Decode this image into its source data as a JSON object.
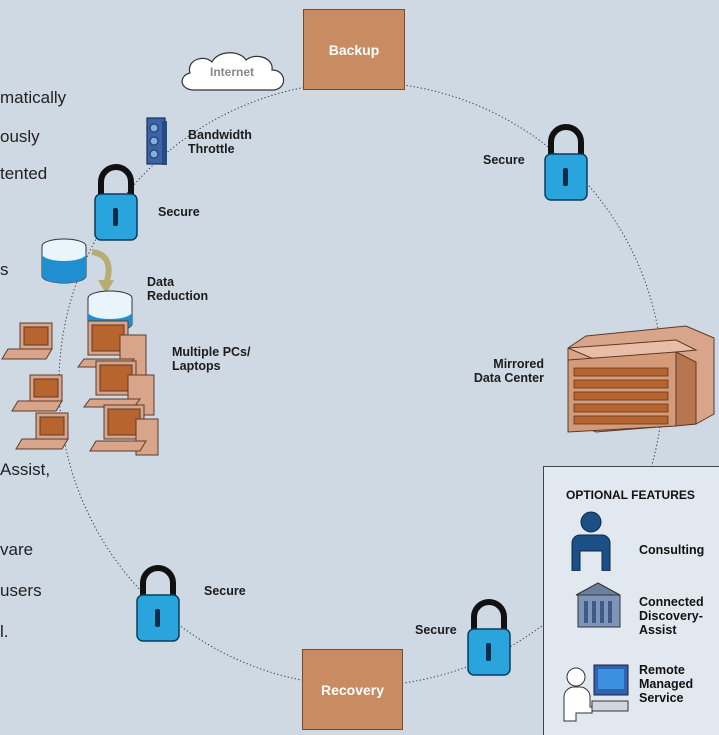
{
  "left_text_fragments": [
    "matically",
    "ously",
    "tented",
    "s",
    "Assist,",
    "vare",
    "users",
    "l."
  ],
  "nodes": {
    "backup": "Backup",
    "recovery": "Recovery",
    "internet": "Internet",
    "bandwidth_throttle": "Bandwidth\nThrottle",
    "secure": "Secure",
    "data_reduction": "Data\nReduction",
    "multiple_pcs": "Multiple PCs/\nLaptops",
    "mirrored_data_center": "Mirrored\nData Center"
  },
  "optional_features": {
    "title": "OPTIONAL FEATURES",
    "items": [
      {
        "label": "Consulting",
        "icon": "person-icon"
      },
      {
        "label": "Connected\nDiscovery-\nAssist",
        "icon": "building-icon"
      },
      {
        "label": "Remote\nManaged\nService",
        "icon": "technician-icon"
      }
    ]
  },
  "colors": {
    "background": "#cfd9e4",
    "box_fill": "#c98b62",
    "lock_blue": "#2aa4dc",
    "panel_fill": "#e2e8ef"
  }
}
